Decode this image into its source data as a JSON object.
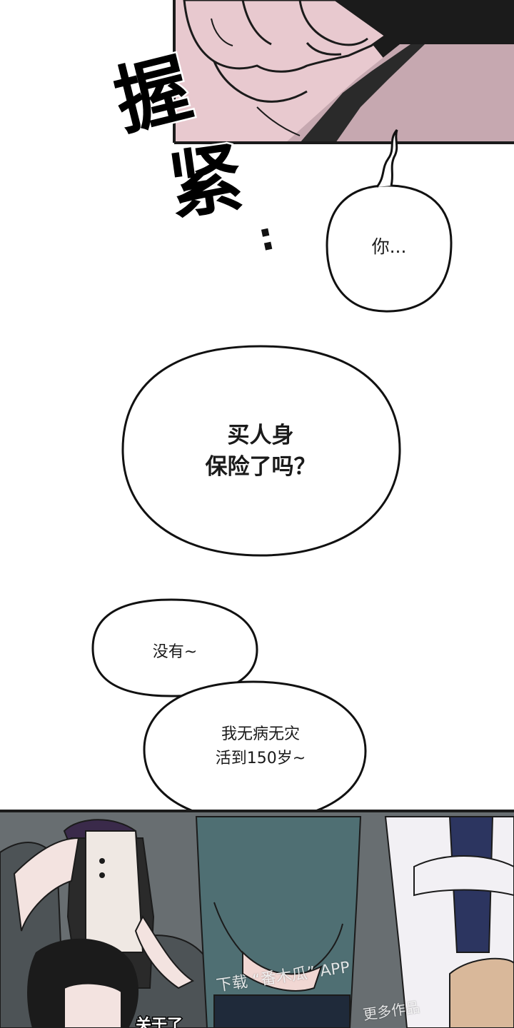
{
  "top_panel": {
    "sound_effect": {
      "line1": "握",
      "line2": "紧",
      "dots": ":"
    }
  },
  "bubbles": {
    "ni": "你...",
    "insurance_line1": "买人身",
    "insurance_line2": "保险了吗？",
    "no": "没有~",
    "live_line1": "我无病无灾",
    "live_line2": "活到150岁~"
  },
  "bottom_panel": {
    "watermark_line1": "下载 “番木瓜” APP",
    "watermark_line2": "更多作品",
    "partial_dialogue": "关于了"
  },
  "colors": {
    "background": "#ffffff",
    "skin_pink": "#e8c9cf",
    "shadow_mauve": "#c6a8b0",
    "dark": "#1b1b1b",
    "scene_grey": "#6e7477",
    "shirt_teal": "#4f6f73"
  }
}
